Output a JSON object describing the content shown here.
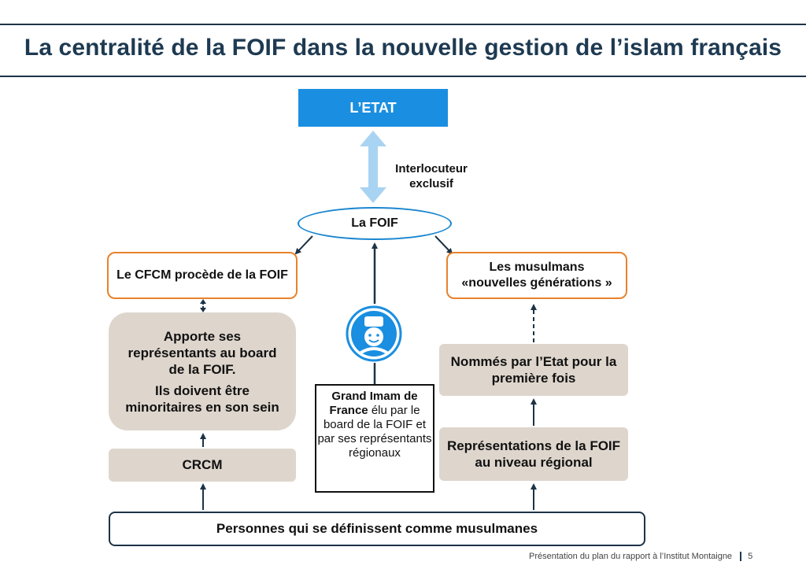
{
  "title": "La centralité de la FOIF dans la nouvelle gestion de l’islam français",
  "nodes": {
    "etat": "L’ETAT",
    "interlocuteur_line1": "Interlocuteur",
    "interlocuteur_line2": "exclusif",
    "foif": "La FOIF",
    "cfcm": "Le CFCM procède de la FOIF",
    "musulmans_line1": "Les musulmans",
    "musulmans_line2": "«nouvelles générations »",
    "apporte_p1": "Apporte ses représentants au board de la FOIF.",
    "apporte_p2": "Ils doivent être minoritaires en son sein",
    "crcm": "CRCM",
    "imam_bold": "Grand Imam de France",
    "imam_rest": " élu par le board de la FOIF et par ses représentants régionaux",
    "nommes": "Nommés par l’Etat pour la première fois",
    "representations": "Représentations de la FOIF au niveau régional",
    "personnes": "Personnes qui se définissent comme musulmanes"
  },
  "footer": {
    "text": "Présentation du plan du rapport à l’Institut Montaigne",
    "page": "5"
  },
  "colors": {
    "title": "#1e3a52",
    "etat_fill": "#1a8ee0",
    "double_arrow": "#a9d3f2",
    "foif_outline": "#1b86cf",
    "orange_outline": "#e8822c",
    "beige_fill": "#ded6cd",
    "connector": "#1c3346"
  },
  "icons": {
    "imam": "imam-avatar-icon"
  }
}
